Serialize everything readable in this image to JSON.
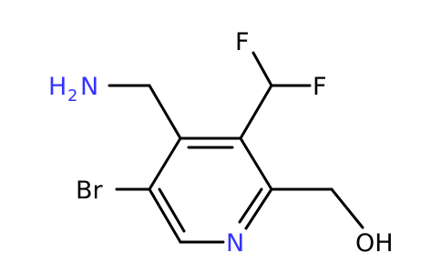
{
  "molecule": {
    "atoms": {
      "f1": "F",
      "f2": "F",
      "amine_h": "H",
      "amine_h_count": "2",
      "amine_n": "N",
      "br": "Br",
      "ring_n": "N",
      "oh": "OH"
    },
    "colors": {
      "carbon_bond": "#000000",
      "nitrogen": "#3333ff",
      "halogen": "#000000",
      "oxygen": "#000000"
    }
  }
}
